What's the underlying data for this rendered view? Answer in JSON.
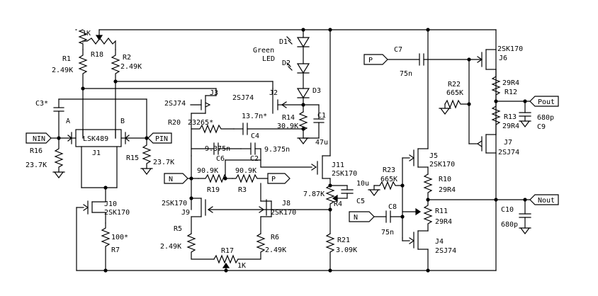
{
  "labels": {
    "r18": "R18",
    "r18_val": "1K",
    "r1": "R1",
    "r1_val": "2.49K",
    "r2": "R2",
    "r2_val": "2.49K",
    "c3": "C3*",
    "a": "A",
    "b": "B",
    "j1": "J1",
    "j1_type": "LSK489",
    "nin": "NIN",
    "pin": "PIN",
    "r16": "R16",
    "r16_val": "23.7K",
    "r15": "R15",
    "r15_val": "23.7K",
    "j3_type": "2SJ74",
    "j3": "J3",
    "j2_type": "2SJ74",
    "j2": "J2",
    "d1": "D1",
    "d2": "D2",
    "d3": "D3",
    "led": "Green",
    "led2": "LED",
    "r20": "R20",
    "r20_val": "23265*",
    "c4_val": "13.7n*",
    "c4": "C4",
    "r14": "R14",
    "r14_val": "30.9K",
    "c1": "C1",
    "c1_val": "47u",
    "c6_val": "9.375n",
    "c6": "C6",
    "c2": "C2",
    "c2_val": "9.375n",
    "n1": "N",
    "p1": "P",
    "r19_val": "90.9K",
    "r19": "R19",
    "r3_val": "90.9K",
    "r3": "R3",
    "j11": "J11",
    "j11_type": "2SK170",
    "j9_type": "2SK170",
    "j9": "J9",
    "j8": "J8",
    "j8_type": "2SK170",
    "r4_val": "7.87K",
    "r4": "R4",
    "c5_val": "10u",
    "c5": "C5",
    "j10": "J10",
    "j10_type": "2SK170",
    "r7_val": "100*",
    "r7": "R7",
    "r5": "R5",
    "r5_val": "2.49K",
    "r17": "R17",
    "r17_val": "1K",
    "r6": "R6",
    "r6_val": "2.49K",
    "r21": "R21",
    "r21_val": "3.09K",
    "p2": "P",
    "c7": "C7",
    "c7_val": "75n",
    "j6_type": "2SK170",
    "j6": "J6",
    "r22": "R22",
    "r22_val": "665K",
    "r12_val": "29R4",
    "r12": "R12",
    "pout": "Pout",
    "r13": "R13",
    "r13_val": "29R4",
    "c9_val": "680p",
    "c9": "C9",
    "j7": "J7",
    "j7_type": "2SJ74",
    "j5": "J5",
    "j5_type": "2SK170",
    "r23": "R23",
    "r23_val": "665K",
    "r10": "R10",
    "r10_val": "29R4",
    "nout": "Nout",
    "c10": "C10",
    "c10_val": "680p",
    "r11": "R11",
    "r11_val": "29R4",
    "n2": "N",
    "c8": "C8",
    "c8_val": "75n",
    "j4": "J4",
    "j4_type": "2SJ74"
  }
}
